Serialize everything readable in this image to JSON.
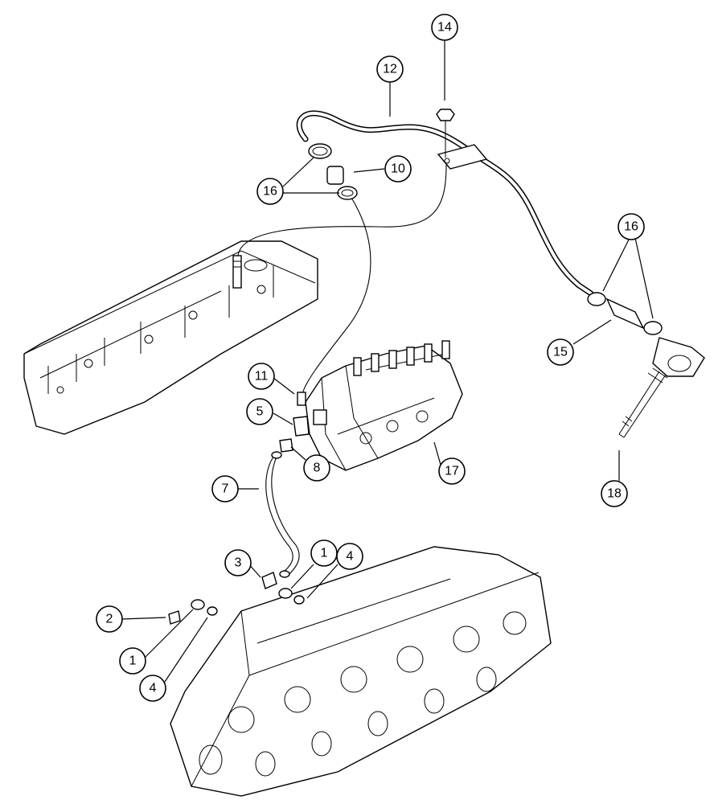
{
  "callouts": [
    {
      "id": "c14",
      "label": "14"
    },
    {
      "id": "c12",
      "label": "12"
    },
    {
      "id": "c10",
      "label": "10"
    },
    {
      "id": "c16a",
      "label": "16"
    },
    {
      "id": "c16b",
      "label": "16"
    },
    {
      "id": "c15",
      "label": "15"
    },
    {
      "id": "c11",
      "label": "11"
    },
    {
      "id": "c5",
      "label": "5"
    },
    {
      "id": "c8",
      "label": "8"
    },
    {
      "id": "c17",
      "label": "17"
    },
    {
      "id": "c18",
      "label": "18"
    },
    {
      "id": "c7",
      "label": "7"
    },
    {
      "id": "c3",
      "label": "3"
    },
    {
      "id": "c1a",
      "label": "1"
    },
    {
      "id": "c4a",
      "label": "4"
    },
    {
      "id": "c2",
      "label": "2"
    },
    {
      "id": "c1b",
      "label": "1"
    },
    {
      "id": "c4b",
      "label": "4"
    }
  ]
}
